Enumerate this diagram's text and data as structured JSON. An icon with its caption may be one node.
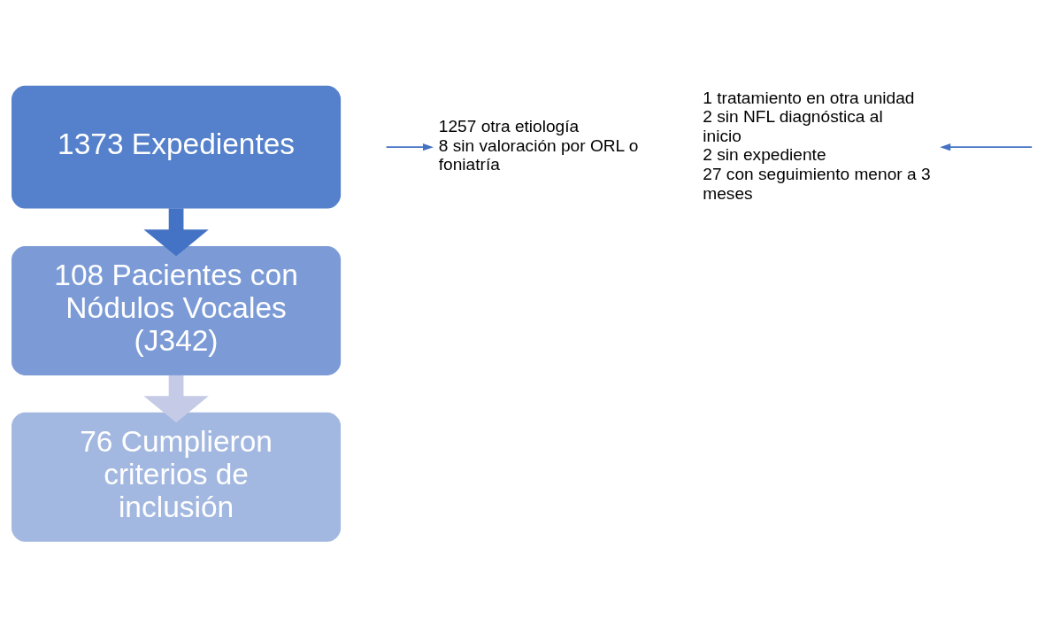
{
  "diagram": {
    "nodes": [
      {
        "text": [
          "1373 Expedientes"
        ]
      },
      {
        "text": [
          "108 Pacientes con Nódulos Vocales (J342)"
        ]
      },
      {
        "text": [
          "76 Cumplieron criterios de inclusión"
        ]
      },
      {
        "text": [
          "1257 otra etiología",
          "8 sin valoración por ORL o foniatría"
        ]
      },
      {
        "text": [
          "1 tratamiento en otra unidad",
          "2 sin NFL diagnóstica al inicio",
          "2 sin expediente",
          "27 con seguimiento menor a 3 meses"
        ]
      }
    ],
    "edges": [
      {
        "from": 0,
        "to": 1,
        "arrow": "to",
        "style": "thick"
      },
      {
        "from": null,
        "to": 3,
        "arrow": "to"
      },
      {
        "from": 1,
        "to": 2,
        "arrow": "to",
        "style": "thick",
        "color": "#c5cbe6"
      },
      {
        "from": null,
        "to": 4,
        "arrow": "to"
      }
    ]
  }
}
